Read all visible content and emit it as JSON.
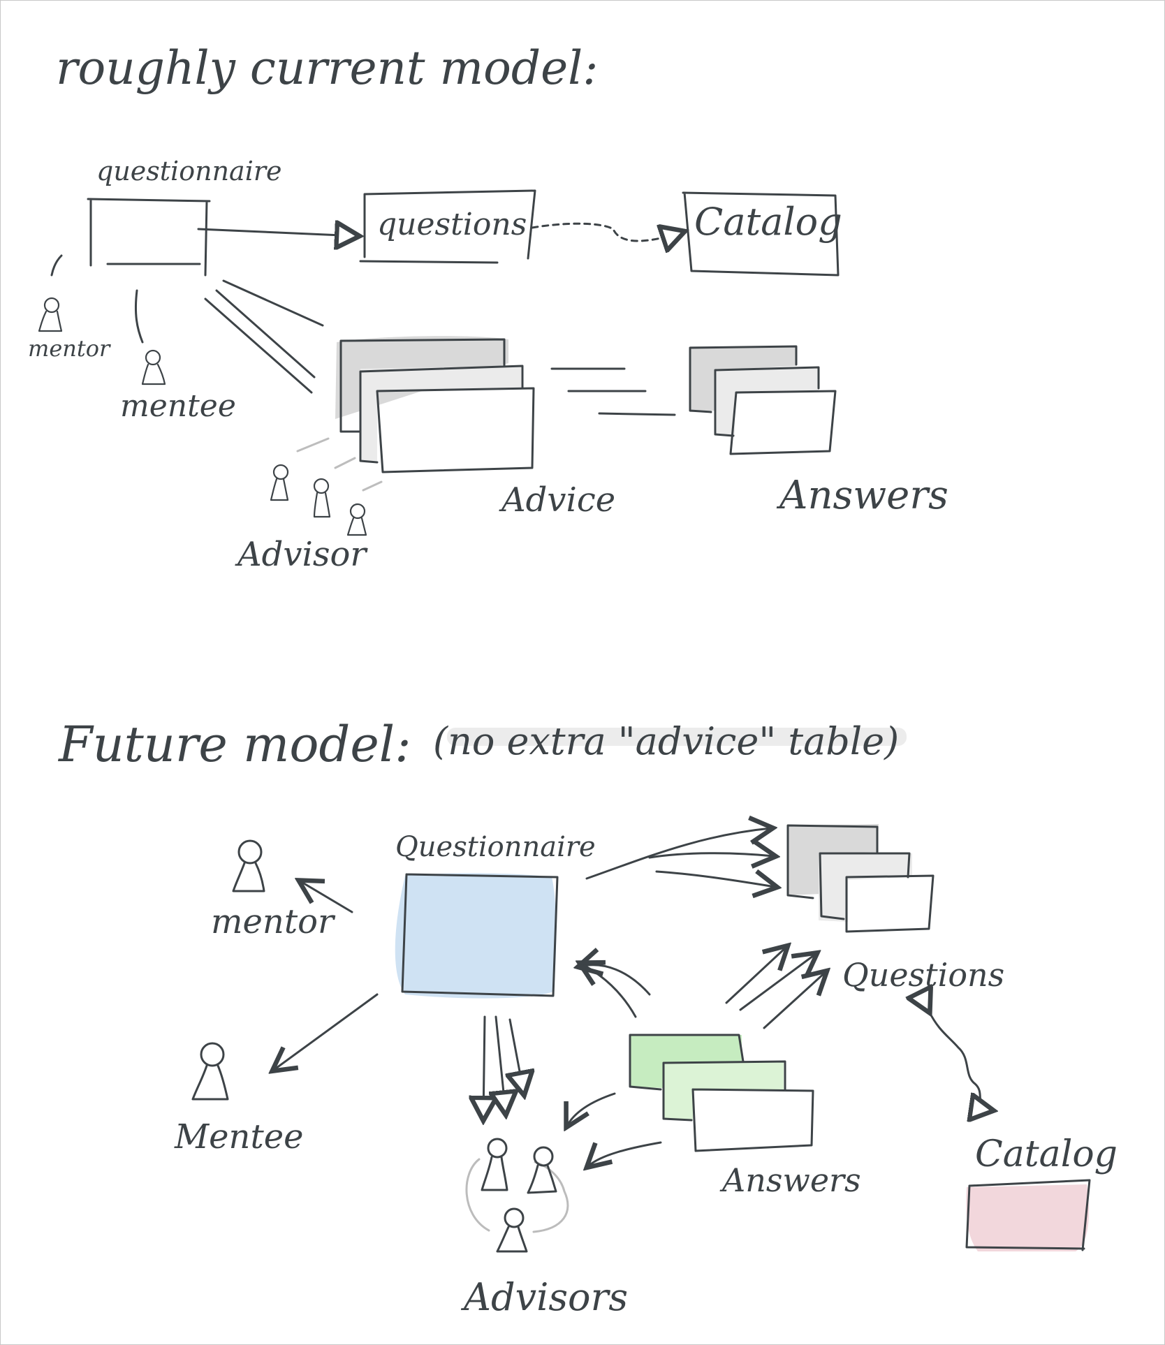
{
  "sections": {
    "current": {
      "heading": "roughly current model:",
      "labels": {
        "questionnaire": "questionnaire",
        "questions": "questions",
        "catalog": "Catalog",
        "mentor": "mentor",
        "mentee": "mentee",
        "advice": "Advice",
        "answers": "Answers",
        "advisor": "Advisor"
      }
    },
    "future": {
      "heading": "Future model:",
      "note": "(no extra \"advice\" table)",
      "labels": {
        "questionnaire": "Questionnaire",
        "questions": "Questions",
        "mentor": "mentor",
        "mentee": "Mentee",
        "answers": "Answers",
        "advisors": "Advisors",
        "catalog": "Catalog"
      }
    }
  },
  "colors": {
    "ink": "#3d4347",
    "gray_fill": "#d9d9d9",
    "light_gray_fill": "#ebebeb",
    "blue_fill": "#cfe2f3",
    "green_fill": "#c6ecc0",
    "light_green_fill": "#dcf3d6",
    "pink_fill": "#f2d7dc"
  }
}
